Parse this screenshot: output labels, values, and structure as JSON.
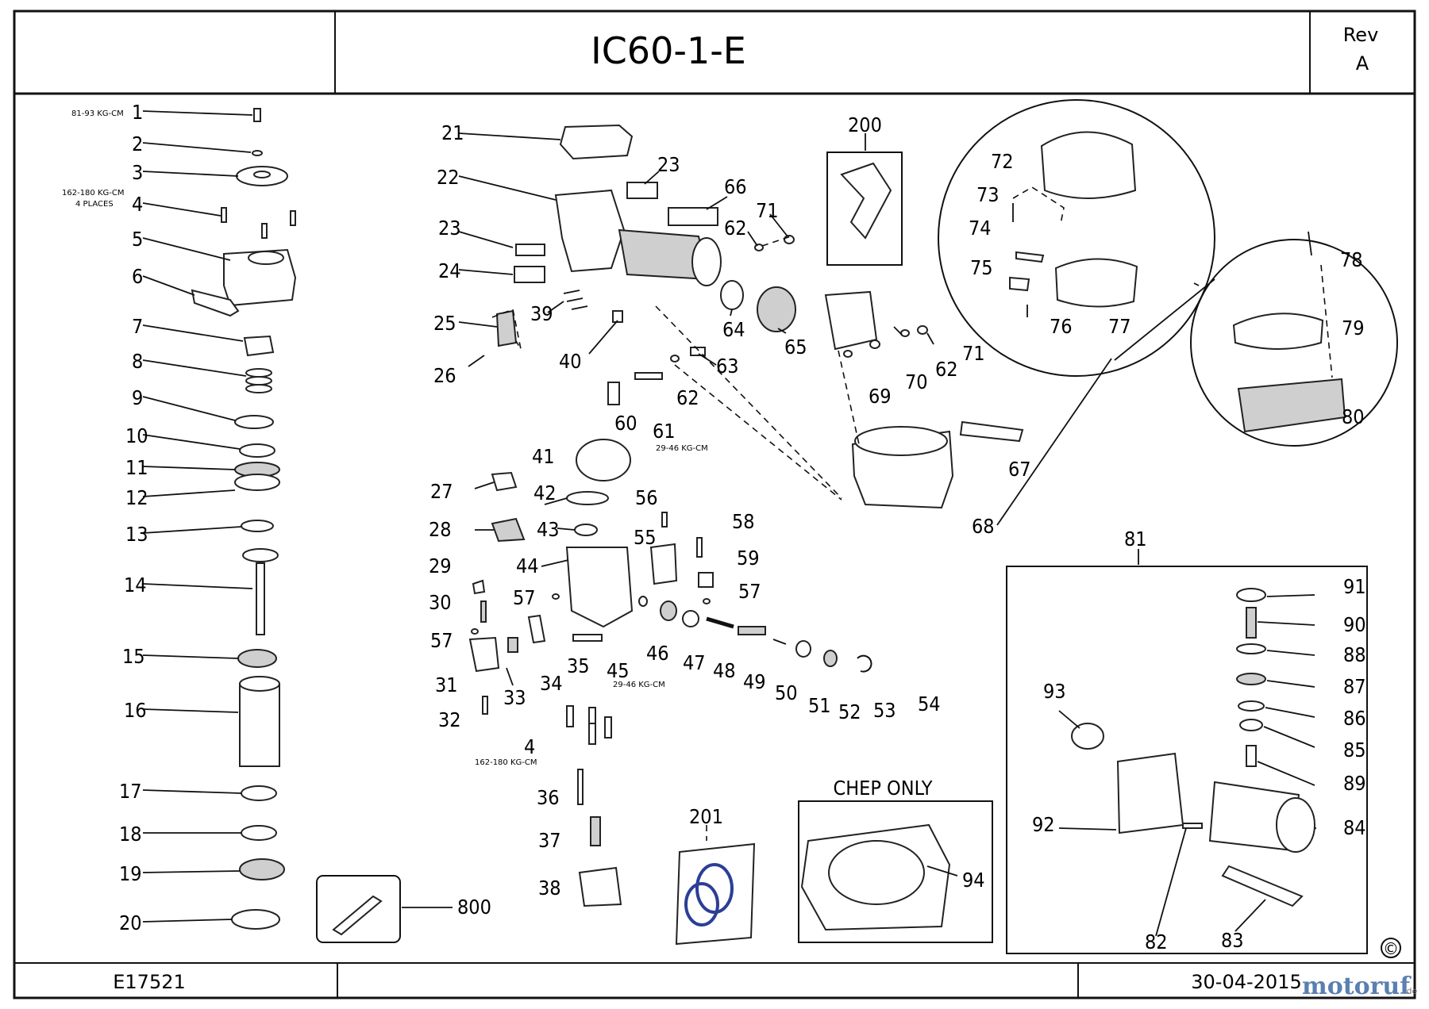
{
  "header": {
    "title": "IC60-1-E",
    "rev_label": "Rev",
    "rev_value": "A"
  },
  "footer": {
    "drawing_number": "E17521",
    "date": "30-04-2015",
    "copyright_symbol": "©",
    "watermark": "motoruf",
    "watermark_suffix": ".de"
  },
  "notes": {
    "torque_1": "81-93 KG-CM",
    "torque_4a": "162-180 KG-CM",
    "torque_4b": "4 PLACES",
    "torque_61": "29-46 KG-CM",
    "torque_45": "29-46 KG-CM",
    "torque_4c": "162-180 KG-CM"
  },
  "boxes": {
    "chep_title": "CHEP ONLY"
  },
  "callouts": {
    "c1": "1",
    "c2": "2",
    "c3": "3",
    "c4": "4",
    "c5": "5",
    "c6": "6",
    "c7": "7",
    "c8": "8",
    "c9": "9",
    "c10": "10",
    "c11": "11",
    "c12": "12",
    "c13": "13",
    "c14": "14",
    "c15": "15",
    "c16": "16",
    "c17": "17",
    "c18": "18",
    "c19": "19",
    "c20": "20",
    "c21": "21",
    "c22": "22",
    "c23a": "23",
    "c23b": "23",
    "c24": "24",
    "c25": "25",
    "c26": "26",
    "c27": "27",
    "c28": "28",
    "c29": "29",
    "c30": "30",
    "c31": "31",
    "c32": "32",
    "c33": "33",
    "c34": "34",
    "c35": "35",
    "c36": "36",
    "c37": "37",
    "c38": "38",
    "c39": "39",
    "c40": "40",
    "c41": "41",
    "c42": "42",
    "c43": "43",
    "c44": "44",
    "c45": "45",
    "c46": "46",
    "c47": "47",
    "c48": "48",
    "c49": "49",
    "c50": "50",
    "c51": "51",
    "c52": "52",
    "c53": "53",
    "c54": "54",
    "c55": "55",
    "c56": "56",
    "c57a": "57",
    "c57b": "57",
    "c57c": "57",
    "c58": "58",
    "c59": "59",
    "c60": "60",
    "c61": "61",
    "c62a": "62",
    "c62b": "62",
    "c62c": "62",
    "c63": "63",
    "c64": "64",
    "c65": "65",
    "c66": "66",
    "c67": "67",
    "c68": "68",
    "c69": "69",
    "c70": "70",
    "c71a": "71",
    "c71b": "71",
    "c72": "72",
    "c73": "73",
    "c74": "74",
    "c75": "75",
    "c76": "76",
    "c77": "77",
    "c78": "78",
    "c79": "79",
    "c80": "80",
    "c81": "81",
    "c82": "82",
    "c83": "83",
    "c84": "84",
    "c85": "85",
    "c86": "86",
    "c87": "87",
    "c88": "88",
    "c89": "89",
    "c90": "90",
    "c91": "91",
    "c92": "92",
    "c93": "93",
    "c94": "94",
    "c200": "200",
    "c201": "201",
    "c800": "800",
    "c4b": "4"
  }
}
